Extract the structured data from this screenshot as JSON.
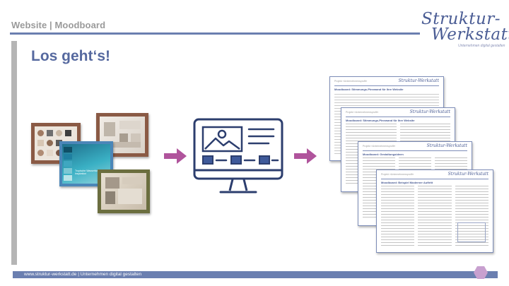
{
  "header": {
    "title": "Website | Moodboard"
  },
  "logo": {
    "line1": "Struktur-",
    "line2": "Werkstatt",
    "tagline": "Unternehmen digital gestalten"
  },
  "slide": {
    "title": "Los geht‘s!"
  },
  "footer": {
    "text": "www.struktur-werkstatt.de | Unternehmen digital gestalten"
  },
  "colors": {
    "accent": "#6b7fb0",
    "title": "#56699f",
    "arrow": "#b0549c",
    "monitor": "#2c3e6e",
    "left_bar": "#b5b5b5",
    "hexagon": "#c8a0cf"
  },
  "moodboard": {
    "card_text": "Tropische Wasserfarben Inspiration"
  },
  "documents": {
    "kicker": "Projekt »Unternehmensprofil«",
    "logo": "Struktur-Werkstatt",
    "pages": [
      {
        "heading": "Moodboard: Stimmungs-Pinnwand für Ihre Website"
      },
      {
        "heading": "Moodboard: Stimmungs-Pinnwand für Ihre Website"
      },
      {
        "heading": "Moodboard: Gestaltungsideen"
      },
      {
        "heading": "Moodboard: Beispiel Moderner Auftritt"
      }
    ]
  },
  "icons": {
    "arrow_1": "arrow-right-icon",
    "arrow_2": "arrow-right-icon",
    "monitor": "monitor-wireframe-icon",
    "hexagon": "hexagon-icon"
  }
}
